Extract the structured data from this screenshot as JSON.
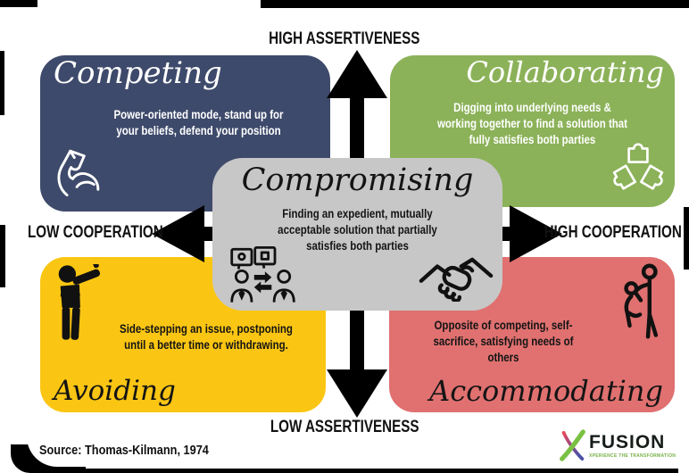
{
  "axes": {
    "top": "HIGH ASSERTIVENESS",
    "bottom": "LOW ASSERTIVENESS",
    "left": "LOW COOPERATION",
    "right": "HIGH COOPERATION",
    "arrow_color": "#000000"
  },
  "quadrants": {
    "competing": {
      "title": "Competing",
      "description": "Power-oriented mode, stand up for\nyour beliefs, defend your position",
      "color": "#3E4A6B",
      "text_color": "#ffffff",
      "icon": "flexed-bicep-icon"
    },
    "collaborating": {
      "title": "Collaborating",
      "description": "Digging into underlying needs &\nworking together to find a solution that\nfully satisfies both parties",
      "color": "#8CB259",
      "text_color": "#ffffff",
      "icon": "puzzle-pieces-icon"
    },
    "avoiding": {
      "title": "Avoiding",
      "description": "Side-stepping an issue, postponing\nuntil a better time or withdrawing.",
      "color": "#FBC613",
      "text_color": "#141414",
      "icon": "person-refusing-icon"
    },
    "accommodating": {
      "title": "Accommodating",
      "description": "Opposite of competing, self-\nsacrifice, satisfying needs of others",
      "color": "#E07170",
      "text_color": "#141414",
      "icon": "person-helping-icon"
    }
  },
  "center": {
    "title": "Compromising",
    "description": "Finding an expedient, mutually\nacceptable solution that partially\nsatisfies both parties",
    "color": "#C7C7C7",
    "text_color": "#141414",
    "icons": [
      "negotiation-icon",
      "handshake-icon"
    ]
  },
  "footer": {
    "source": "Source: Thomas-Kilmann, 1974"
  },
  "logo": {
    "brand": "FUSION",
    "tagline": "XPERIENCE THE TRANSFORMATION",
    "x_colors": [
      "#7ac143",
      "#e8485c",
      "#4b4fa6"
    ]
  }
}
